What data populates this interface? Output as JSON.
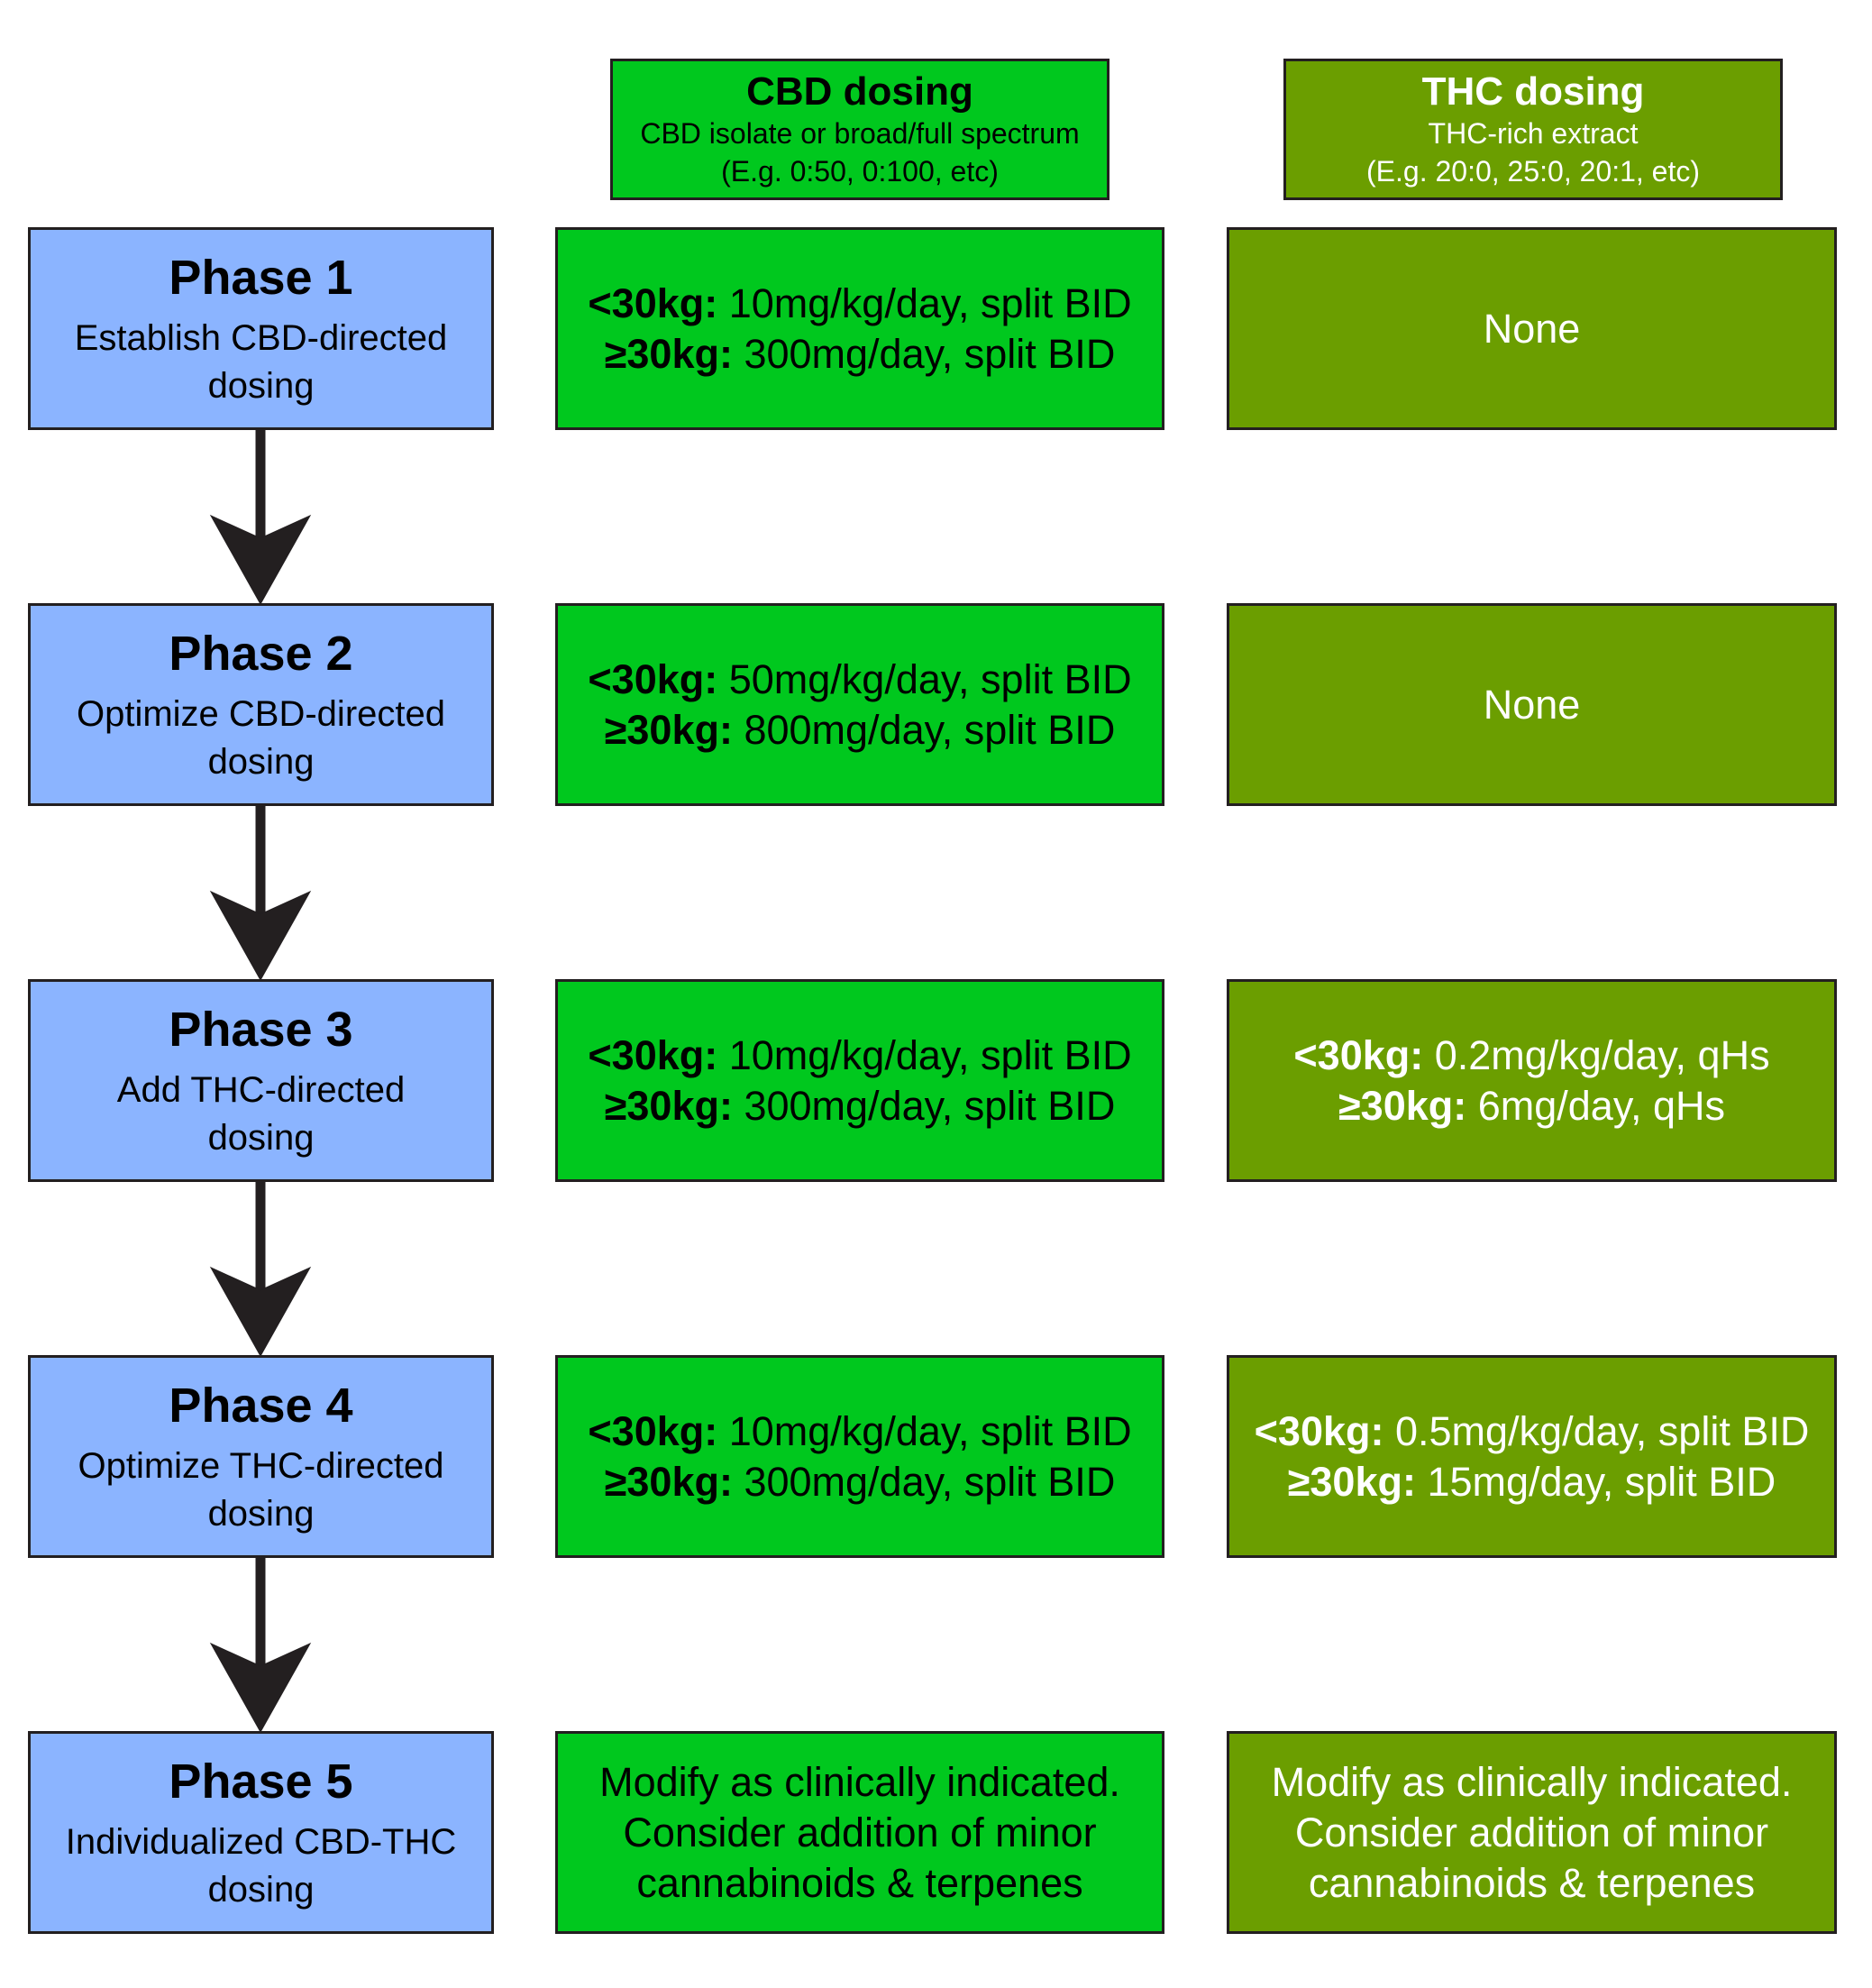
{
  "columns": {
    "cbd": {
      "title": "CBD dosing",
      "sub1": "CBD isolate or broad/full spectrum",
      "sub2": "(E.g. 0:50, 0:100, etc)",
      "color": "#00c81e"
    },
    "thc": {
      "title": "THC dosing",
      "sub1": "THC-rich extract",
      "sub2": "(E.g. 20:0, 25:0, 20:1, etc)",
      "color": "#6b9e00"
    }
  },
  "phase_color": "#8bb4ff",
  "phases": [
    {
      "title": "Phase 1",
      "desc1": "Establish CBD-directed",
      "desc2": "dosing",
      "cbd": {
        "lt_label": "<30kg:",
        "lt_value": " 10mg/kg/day, split BID",
        "ge_label": "≥30kg:",
        "ge_value": " 300mg/day, split BID"
      },
      "thc": {
        "text": "None"
      }
    },
    {
      "title": "Phase 2",
      "desc1": "Optimize CBD-directed",
      "desc2": "dosing",
      "cbd": {
        "lt_label": "<30kg:",
        "lt_value": " 50mg/kg/day, split BID",
        "ge_label": "≥30kg:",
        "ge_value": " 800mg/day, split BID"
      },
      "thc": {
        "text": "None"
      }
    },
    {
      "title": "Phase 3",
      "desc1": "Add THC-directed",
      "desc2": "dosing",
      "cbd": {
        "lt_label": "<30kg:",
        "lt_value": " 10mg/kg/day, split BID",
        "ge_label": "≥30kg:",
        "ge_value": " 300mg/day, split BID"
      },
      "thc": {
        "lt_label": "<30kg:",
        "lt_value": " 0.2mg/kg/day, qHs",
        "ge_label": "≥30kg:",
        "ge_value": " 6mg/day, qHs"
      }
    },
    {
      "title": "Phase 4",
      "desc1": "Optimize THC-directed",
      "desc2": "dosing",
      "cbd": {
        "lt_label": "<30kg:",
        "lt_value": " 10mg/kg/day, split BID",
        "ge_label": "≥30kg:",
        "ge_value": " 300mg/day, split BID"
      },
      "thc": {
        "lt_label": "<30kg:",
        "lt_value": " 0.5mg/kg/day, split BID",
        "ge_label": "≥30kg:",
        "ge_value": " 15mg/day, split BID"
      }
    },
    {
      "title": "Phase 5",
      "desc1": "Individualized CBD-THC",
      "desc2": "dosing",
      "cbd": {
        "line1": "Modify as clinically indicated.",
        "line2": "Consider addition of minor",
        "line3": "cannabinoids & terpenes"
      },
      "thc": {
        "line1": "Modify as clinically indicated.",
        "line2": "Consider addition of minor",
        "line3": "cannabinoids & terpenes"
      }
    }
  ]
}
